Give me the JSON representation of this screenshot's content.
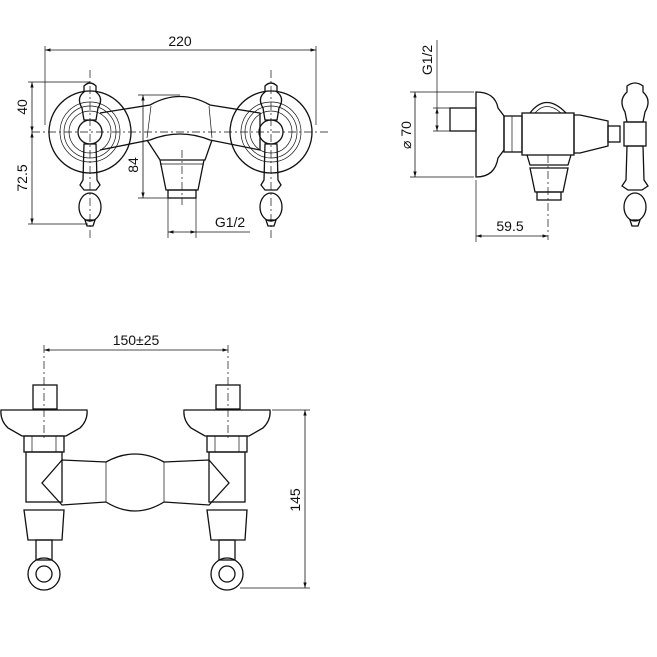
{
  "front_view": {
    "overall_width": "220",
    "upper_height": "40",
    "lower_height": "72.5",
    "outlet_height": "84",
    "outlet_thread": "G1/2"
  },
  "side_view": {
    "inlet_thread": "G1/2",
    "rosette_diameter": "⌀ 70",
    "projection": "59.5"
  },
  "bottom_view": {
    "center_distance": "150±25",
    "height": "145"
  }
}
